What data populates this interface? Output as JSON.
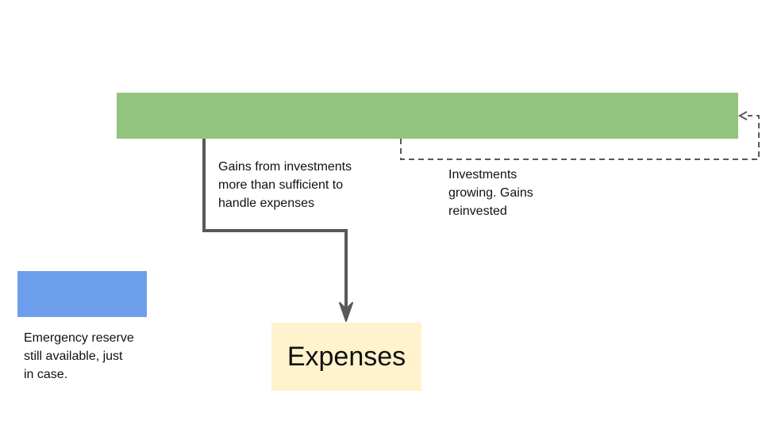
{
  "colors": {
    "investments": "#93c47d",
    "emergency": "#6d9eeb",
    "expenses": "#fff2cc",
    "arrow": "#595959"
  },
  "labels": {
    "gains": "Gains from investments\nmore than sufficient to\nhandle expenses",
    "investments": "Investments\ngrowing.  Gains\nreinvested",
    "emergency": "Emergency reserve\nstill available, just\nin case.",
    "expenses": "Expenses"
  }
}
